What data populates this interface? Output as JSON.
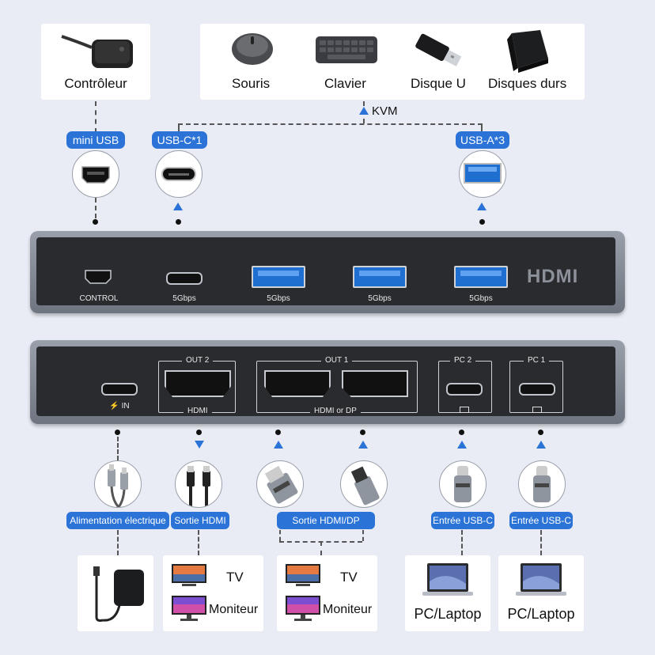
{
  "top_devices": {
    "controleur": "Contrôleur",
    "souris": "Souris",
    "clavier": "Clavier",
    "disque_u": "Disque U",
    "disques_durs": "Disques durs"
  },
  "kvm_label": "KVM",
  "top_pills": {
    "mini_usb": "mini USB",
    "usb_c": "USB-C*1",
    "usb_a": "USB-A*3"
  },
  "front_panel": {
    "control": "CONTROL",
    "speed1": "5Gbps",
    "speed2": "5Gbps",
    "speed3": "5Gbps",
    "speed4": "5Gbps",
    "logo": "HDMI"
  },
  "back_panel": {
    "in": "IN",
    "out2": "OUT 2",
    "hdmi": "HDMI",
    "out1": "OUT 1",
    "hdmi_or_dp": "HDMI or DP",
    "pc2": "PC 2",
    "pc1": "PC 1"
  },
  "bottom_pills": {
    "alimentation": "Alimentation électrique",
    "sortie_hdmi": "Sortie HDMI",
    "sortie_hdmi_dp": "Sortie HDMI/DP",
    "entree_usbc_1": "Entrée USB-C",
    "entree_usbc_2": "Entrée USB-C"
  },
  "bottom_devices": {
    "tv_1": "TV",
    "moniteur_1": "Moniteur",
    "tv_2": "TV",
    "moniteur_2": "Moniteur",
    "pc_1": "PC/Laptop",
    "pc_2": "PC/Laptop"
  },
  "colors": {
    "accent": "#2b73d6",
    "background": "#e9ecf4",
    "device_face": "#2a2b2e",
    "port_blue": "#1f6fd1"
  }
}
